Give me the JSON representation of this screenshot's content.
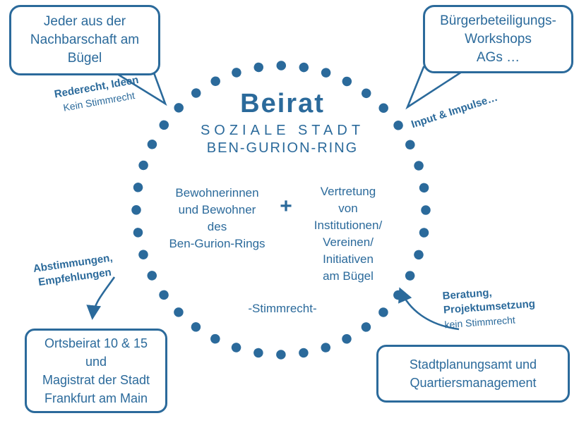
{
  "palette": {
    "blue": "#2b6a9b"
  },
  "center": {
    "title": "Beirat",
    "subtitle_1": "SOZIALE STADT",
    "subtitle_2": "BEN-GURION-RING",
    "left_lines": [
      "Bewohnerinnen",
      "und Bewohner",
      "des",
      "Ben-Gurion-Rings"
    ],
    "plus_sign": "+",
    "right_lines": [
      "Vertretung",
      "von",
      "Institutionen/",
      "Vereinen/",
      "Initiativen",
      "am Bügel"
    ],
    "voting_note": "-Stimmrecht-"
  },
  "speech_bubbles": {
    "neighborhood": {
      "lines": [
        "Jeder aus der",
        "Nachbarschaft am",
        "Bügel"
      ]
    },
    "workshops": {
      "lines": [
        "Bürgerbeteiligungs-",
        "Workshops",
        "AGs …"
      ]
    }
  },
  "boxes": {
    "ortsbeirat": {
      "lines": [
        "Ortsbeirat 10 & 15",
        "und",
        "Magistrat der Stadt",
        "Frankfurt am Main"
      ]
    },
    "stadtplanungsamt": {
      "lines": [
        "Stadtplanungsamt und",
        "Quartiersmanagement"
      ]
    }
  },
  "captions": {
    "neighborhood": {
      "bold": "Rederecht, Ideen",
      "note": "Kein Stimmrecht"
    },
    "workshops": {
      "bold": "Input & Impulse…"
    },
    "ortsbeirat": {
      "bold_1": "Abstimmungen,",
      "bold_2": "Empfehlungen"
    },
    "stadtplanungsamt": {
      "bold_1": "Beratung,",
      "bold_2": "Projektumsetzung",
      "note": "kein Stimmrecht"
    }
  }
}
